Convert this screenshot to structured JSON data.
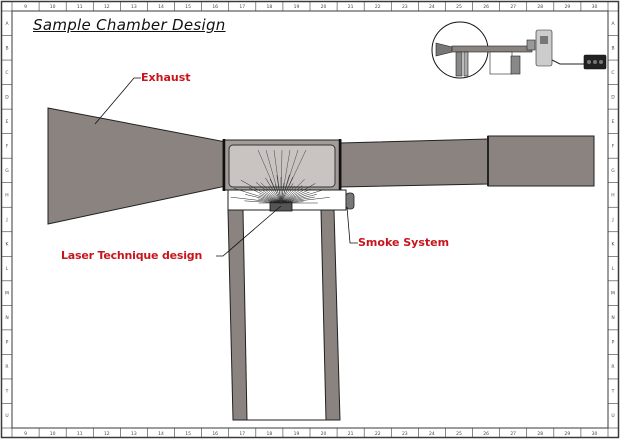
{
  "title": "Sample Chamber Design",
  "callouts": {
    "exhaust": "Exhaust",
    "smoke_system": "Smoke System",
    "laser_technique": "Laser Technique design"
  },
  "border_ticks": {
    "top": [
      "9",
      "10",
      "11",
      "12",
      "13",
      "14",
      "15",
      "16",
      "17",
      "18",
      "19",
      "20",
      "21",
      "22",
      "23",
      "24",
      "25",
      "26",
      "27",
      "28",
      "29",
      "30"
    ],
    "bottom": [
      "9",
      "10",
      "11",
      "12",
      "13",
      "14",
      "15",
      "16",
      "17",
      "18",
      "19",
      "20",
      "21",
      "22",
      "23",
      "24",
      "25",
      "26",
      "27",
      "28",
      "29",
      "30"
    ],
    "left": [
      "A",
      "B",
      "C",
      "D",
      "E",
      "F",
      "G",
      "H",
      "J",
      "K",
      "L",
      "M",
      "N",
      "P",
      "R",
      "T",
      "U"
    ],
    "right": [
      "A",
      "B",
      "C",
      "D",
      "E",
      "F",
      "G",
      "H",
      "J",
      "K",
      "L",
      "M",
      "N",
      "P",
      "R",
      "T",
      "U"
    ]
  },
  "colors": {
    "frame": "#3a3a3a",
    "pipe": "#8a837f",
    "pipe_dark": "#6e6864",
    "chamber_glass": "#c9c4c2",
    "callout_text": "#c8141c"
  }
}
